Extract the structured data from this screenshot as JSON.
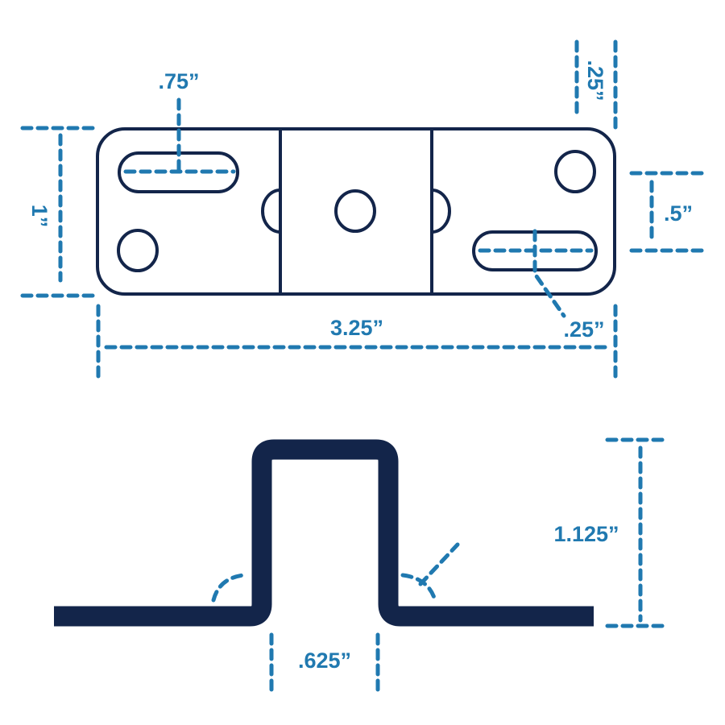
{
  "colors": {
    "part": "#13254a",
    "dimension": "#2079b0"
  },
  "top_view": {
    "labels": {
      "slot_length": ".75”",
      "height": "1”",
      "edge_offset": ".25”",
      "hole_spacing": ".5”",
      "overall_length": "3.25”",
      "slot_width": ".25”"
    }
  },
  "side_view": {
    "labels": {
      "rise_height": "1.125”",
      "channel_width": ".625”"
    }
  }
}
